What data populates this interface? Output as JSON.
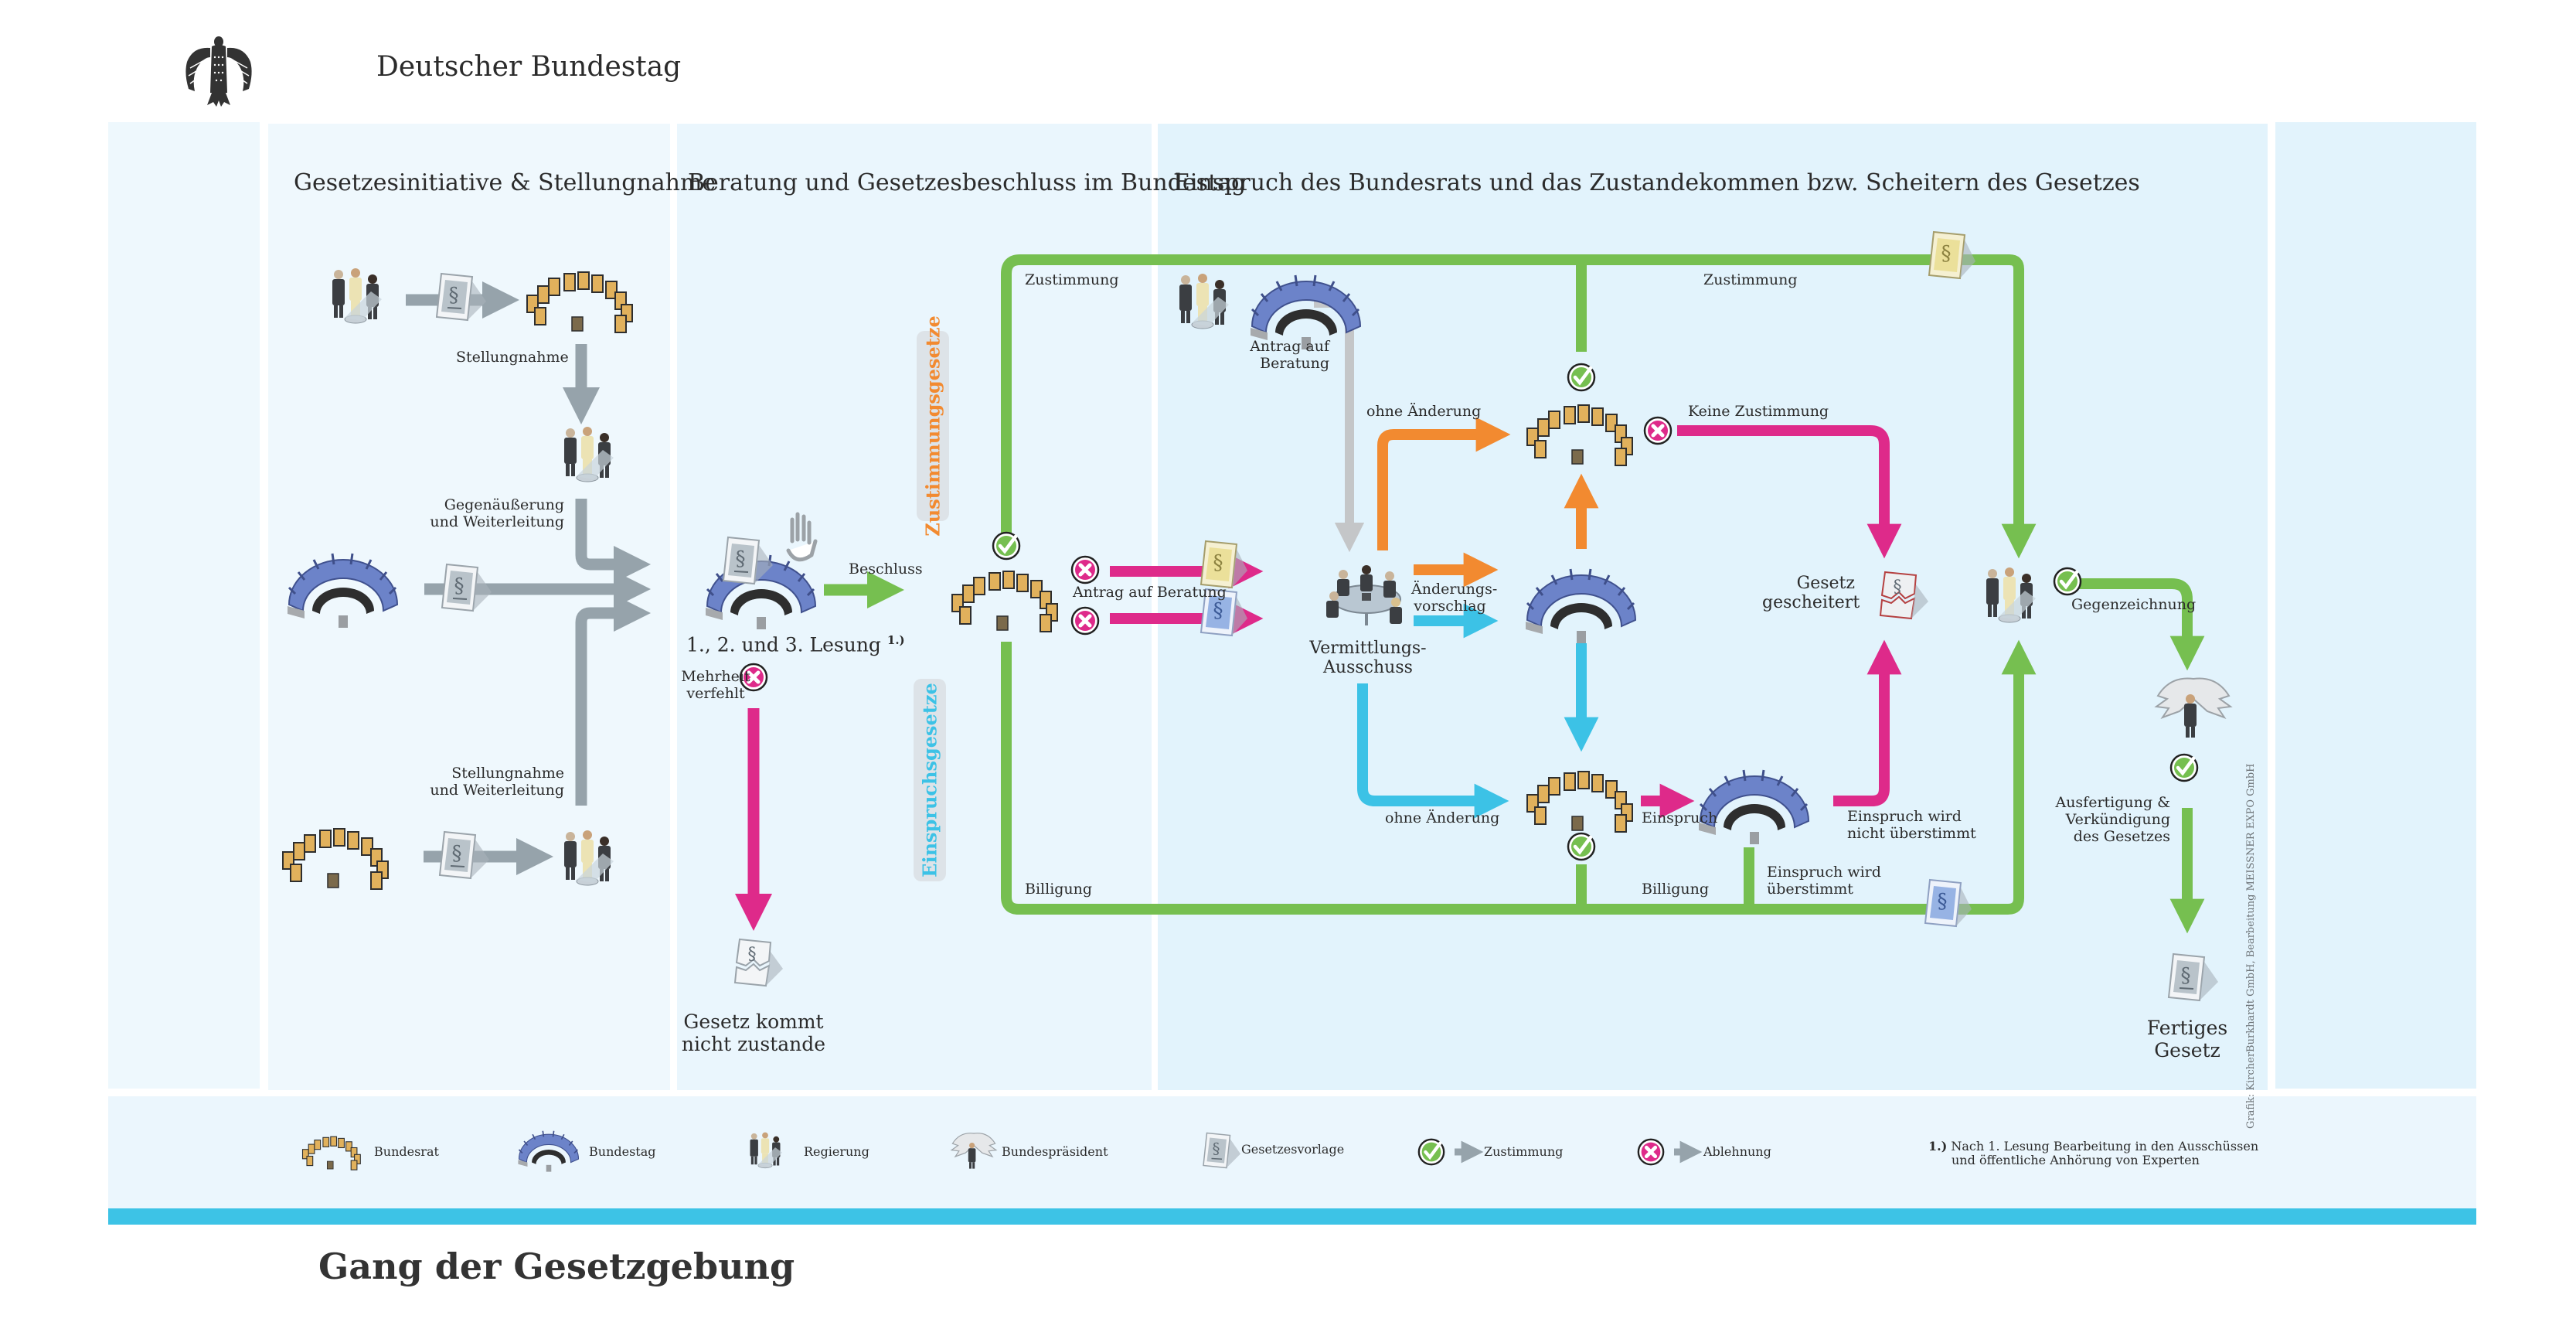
{
  "header": {
    "org_name": "Deutscher Bundestag",
    "logo_icon": "bundesadler-eagle-icon"
  },
  "footer_title": "Gang der Gesetzgebung",
  "colors": {
    "approval_green": "#76bf50",
    "rejection_magenta": "#de2a8a",
    "consent_orange": "#f28a30",
    "objection_cyan": "#3cc2e6",
    "neutral_gray": "#96a3ab",
    "panel_light": "#eef7fd",
    "panel_mid": "#e9f5fd",
    "panel_dark": "#e2f3fc",
    "footer_bar": "#3dc3e6"
  },
  "sections": [
    {
      "title": "Gesetzesinitiative & Stellungnahme"
    },
    {
      "title": "Beratung und Gesetzesbeschluss im Bundestag"
    },
    {
      "title": "Einspruch des Bundesrats und das Zustandekommen bzw. Scheitern des Gesetzes"
    }
  ],
  "law_types": {
    "consent": "Zustimmungsgesetze",
    "objection": "Einspruchsgesetze"
  },
  "labels": {
    "stellungnahme": "Stellungnahme",
    "gegenaeusserung_1": "Gegenäußerung",
    "gegenaeusserung_2": "und Weiterleitung",
    "stellungnahme_weiter_1": "Stellungnahme",
    "stellungnahme_weiter_2": "und Weiterleitung",
    "lesung": "1., 2. und 3. Lesung",
    "lesung_footnote": "1.)",
    "beschluss": "Beschluss",
    "mehrheit_1": "Mehrheit",
    "mehrheit_2": "verfehlt",
    "nicht_zustande_1": "Gesetz kommt",
    "nicht_zustande_2": "nicht zustande",
    "zustimmung_left": "Zustimmung",
    "zustimmung_top": "Zustimmung",
    "antrag_beratung_top_1": "Antrag auf",
    "antrag_beratung_top_2": "Beratung",
    "antrag_beratung": "Antrag auf Beratung",
    "ohne_aenderung_top": "ohne Änderung",
    "aenderungsvorschlag_1": "Änderungs-",
    "aenderungsvorschlag_2": "vorschlag",
    "vermittlung_1": "Vermittlungs-",
    "vermittlung_2": "Ausschuss",
    "keine_zustimmung": "Keine Zustimmung",
    "gescheitert_1": "Gesetz",
    "gescheitert_2": "gescheitert",
    "ohne_aenderung_bottom": "ohne Änderung",
    "einspruch": "Einspruch",
    "nicht_ueberstimmt_1": "Einspruch wird",
    "nicht_ueberstimmt_2": "nicht überstimmt",
    "ueberstimmt_1": "Einspruch wird",
    "ueberstimmt_2": "überstimmt",
    "billigung_left": "Billigung",
    "billigung_mid": "Billigung",
    "gegenzeichnung": "Gegenzeichnung",
    "ausfertigung_1": "Ausfertigung &",
    "ausfertigung_2": "Verkündigung",
    "ausfertigung_3": "des Gesetzes",
    "fertig_1": "Fertiges",
    "fertig_2": "Gesetz"
  },
  "legend": {
    "items": [
      {
        "icon": "bundesrat-icon",
        "label": "Bundesrat"
      },
      {
        "icon": "bundestag-icon",
        "label": "Bundestag"
      },
      {
        "icon": "regierung-icon",
        "label": "Regierung"
      },
      {
        "icon": "bundespraesident-icon",
        "label": "Bundespräsident"
      },
      {
        "icon": "gesetzesvorlage-icon",
        "label": "Gesetzesvorlage"
      },
      {
        "icon": "approval-check-icon",
        "label": "Zustimmung"
      },
      {
        "icon": "rejection-x-icon",
        "label": "Ablehnung"
      }
    ],
    "footnote_marker": "1.)",
    "footnote_line1": "Nach 1. Lesung Bearbeitung in den Ausschüssen",
    "footnote_line2": "und öffentliche Anhörung von Experten"
  },
  "credit": "Grafik: KircherBurkhardt GmbH, Bearbeitung MEISSNER EXPO GmbH"
}
